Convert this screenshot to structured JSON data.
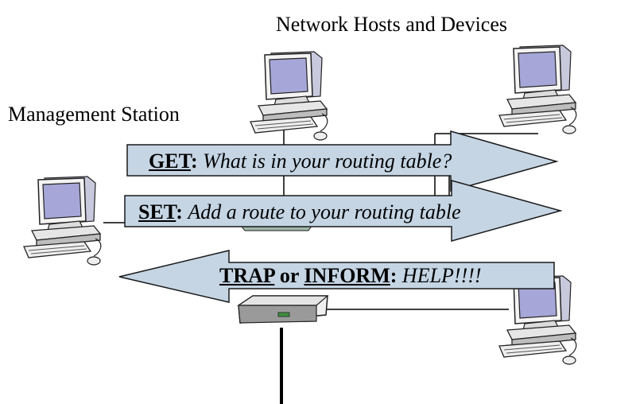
{
  "labels": {
    "hosts_title": "Network Hosts and Devices",
    "station_title": "Management Station"
  },
  "messages": {
    "get": {
      "keyword": "GET",
      "colon": ":",
      "text": "What is in your routing table?"
    },
    "set": {
      "keyword": "SET",
      "colon": ":",
      "text": "Add a route to your routing table"
    },
    "trap": {
      "keyword1": "TRAP",
      "joiner": " or ",
      "keyword2": "INFORM",
      "colon": ":",
      "text": "HELP!!!!"
    }
  },
  "icons": [
    "computer-icon",
    "router-icon"
  ],
  "colors": {
    "arrow_fill": "#c5d5e4",
    "arrow_stroke": "#1a1a1a",
    "monitor_screen": "#a6a6d8",
    "device_body": "#e8e8e8"
  }
}
